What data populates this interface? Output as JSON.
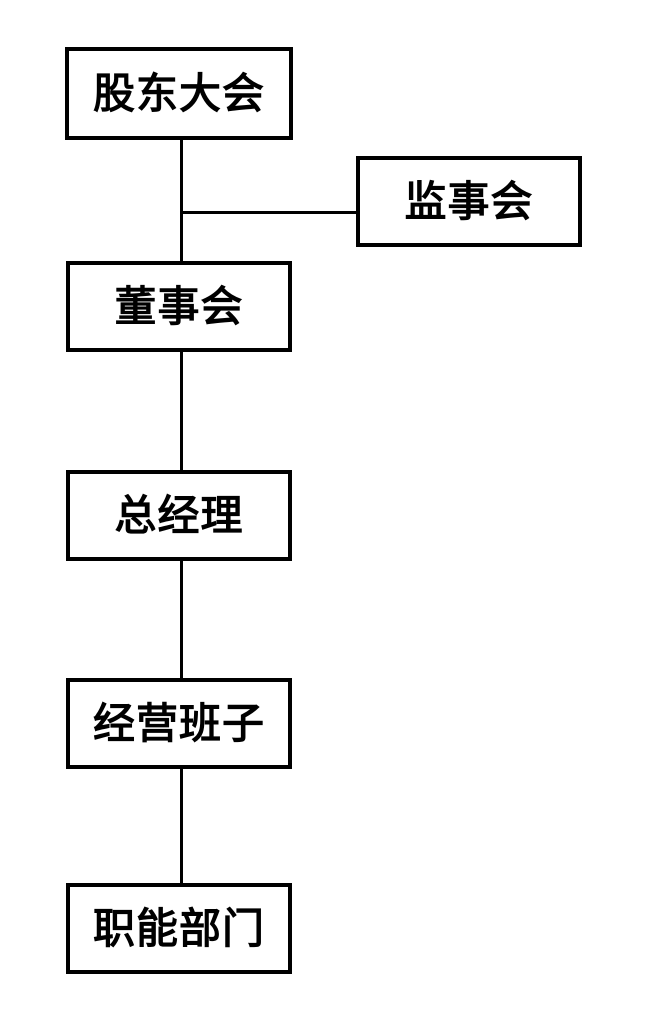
{
  "diagram": {
    "type": "org-chart",
    "colors": {
      "background": "#ffffff",
      "box_fill": "#ffffff",
      "box_border": "#000000",
      "text": "#000000",
      "connector": "#000000"
    },
    "nodes": [
      {
        "id": "shareholders-meeting",
        "label": "股东大会"
      },
      {
        "id": "supervisory-board",
        "label": "监事会"
      },
      {
        "id": "board-of-directors",
        "label": "董事会"
      },
      {
        "id": "general-manager",
        "label": "总经理"
      },
      {
        "id": "management-team",
        "label": "经营班子"
      },
      {
        "id": "functional-departments",
        "label": "职能部门"
      }
    ],
    "edges": [
      {
        "from": "shareholders-meeting",
        "to": "board-of-directors",
        "shape": "vertical-line"
      },
      {
        "from": "shareholders-meeting",
        "to": "supervisory-board",
        "shape": "horizontal-branch"
      },
      {
        "from": "board-of-directors",
        "to": "general-manager",
        "shape": "vertical-line"
      },
      {
        "from": "general-manager",
        "to": "management-team",
        "shape": "vertical-line"
      },
      {
        "from": "management-team",
        "to": "functional-departments",
        "shape": "vertical-line"
      }
    ]
  }
}
